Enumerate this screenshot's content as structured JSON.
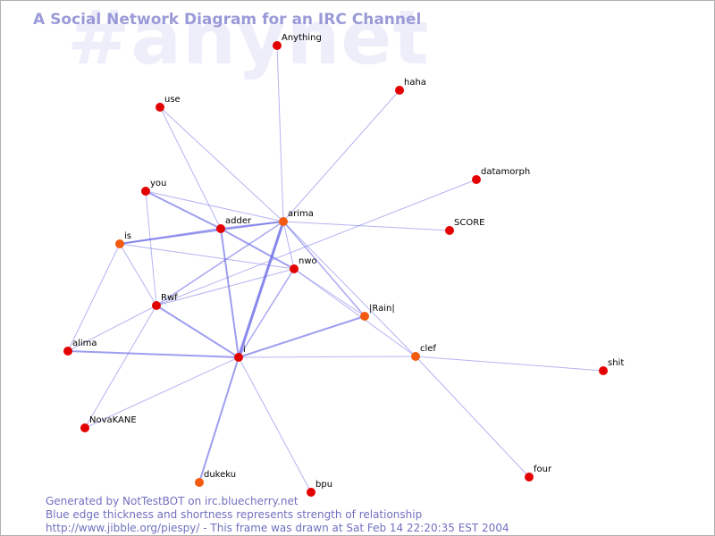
{
  "watermark": "#anynet",
  "title": "A Social Network Diagram for an IRC Channel",
  "footer": {
    "line1": "Generated by NotTestBOT on irc.bluecherry.net",
    "line2": "Blue edge thickness and shortness represents strength of relationship",
    "line3": "http://www.jibble.org/piespy/ - This frame was drawn at Sat Feb 14 22:20:35 EST 2004"
  },
  "colors": {
    "edge": "#6a6ae8",
    "node_red": "#e30000",
    "node_orange": "#f25a10",
    "title": "#9a9ad8",
    "footer": "#7070c0",
    "watermark": "#eeeefb"
  },
  "nodes": [
    {
      "id": "Anything",
      "color": "red"
    },
    {
      "id": "haha",
      "color": "red"
    },
    {
      "id": "use",
      "color": "red"
    },
    {
      "id": "datamorph",
      "color": "red"
    },
    {
      "id": "you",
      "color": "red"
    },
    {
      "id": "adder",
      "color": "red"
    },
    {
      "id": "arima",
      "color": "orange"
    },
    {
      "id": "SCORE",
      "color": "red"
    },
    {
      "id": "is",
      "color": "orange"
    },
    {
      "id": "nwo",
      "color": "red"
    },
    {
      "id": "Rwf",
      "color": "red"
    },
    {
      "id": "|Rain|",
      "color": "orange"
    },
    {
      "id": "alima",
      "color": "red"
    },
    {
      "id": "i",
      "color": "red"
    },
    {
      "id": "clef",
      "color": "orange"
    },
    {
      "id": "shit",
      "color": "red"
    },
    {
      "id": "NovaKANE",
      "color": "red"
    },
    {
      "id": "four",
      "color": "red"
    },
    {
      "id": "dukeku",
      "color": "orange"
    },
    {
      "id": "bpu",
      "color": "red"
    }
  ],
  "edges": [
    {
      "from": "i",
      "to": "arima",
      "weight": 3
    },
    {
      "from": "adder",
      "to": "is",
      "weight": 2
    },
    {
      "from": "adder",
      "to": "arima",
      "weight": 2
    },
    {
      "from": "adder",
      "to": "i",
      "weight": 2
    },
    {
      "from": "adder",
      "to": "you",
      "weight": 2
    },
    {
      "from": "adder",
      "to": "nwo",
      "weight": 2
    },
    {
      "from": "i",
      "to": "alima",
      "weight": 2
    },
    {
      "from": "i",
      "to": "|Rain|",
      "weight": 2
    },
    {
      "from": "i",
      "to": "dukeku",
      "weight": 2
    },
    {
      "from": "i",
      "to": "Rwf",
      "weight": 2
    },
    {
      "from": "i",
      "to": "nwo",
      "weight": 1.5
    },
    {
      "from": "is",
      "to": "arima",
      "weight": 1.5
    },
    {
      "from": "arima",
      "to": "|Rain|",
      "weight": 1.5
    },
    {
      "from": "arima",
      "to": "Rwf",
      "weight": 1.5
    },
    {
      "from": "arima",
      "to": "Anything",
      "weight": 1
    },
    {
      "from": "arima",
      "to": "haha",
      "weight": 1
    },
    {
      "from": "arima",
      "to": "use",
      "weight": 1
    },
    {
      "from": "arima",
      "to": "you",
      "weight": 1
    },
    {
      "from": "arima",
      "to": "SCORE",
      "weight": 1
    },
    {
      "from": "arima",
      "to": "clef",
      "weight": 1
    },
    {
      "from": "arima",
      "to": "nwo",
      "weight": 1
    },
    {
      "from": "use",
      "to": "adder",
      "weight": 1
    },
    {
      "from": "you",
      "to": "Rwf",
      "weight": 1
    },
    {
      "from": "is",
      "to": "nwo",
      "weight": 1
    },
    {
      "from": "is",
      "to": "Rwf",
      "weight": 1
    },
    {
      "from": "is",
      "to": "alima",
      "weight": 1
    },
    {
      "from": "Rwf",
      "to": "nwo",
      "weight": 1
    },
    {
      "from": "Rwf",
      "to": "datamorph",
      "weight": 1
    },
    {
      "from": "Rwf",
      "to": "alima",
      "weight": 1
    },
    {
      "from": "Rwf",
      "to": "NovaKANE",
      "weight": 1
    },
    {
      "from": "nwo",
      "to": "|Rain|",
      "weight": 1
    },
    {
      "from": "nwo",
      "to": "clef",
      "weight": 1
    },
    {
      "from": "i",
      "to": "clef",
      "weight": 1
    },
    {
      "from": "i",
      "to": "bpu",
      "weight": 1
    },
    {
      "from": "i",
      "to": "NovaKANE",
      "weight": 1
    },
    {
      "from": "clef",
      "to": "shit",
      "weight": 1
    },
    {
      "from": "clef",
      "to": "four",
      "weight": 1
    }
  ]
}
